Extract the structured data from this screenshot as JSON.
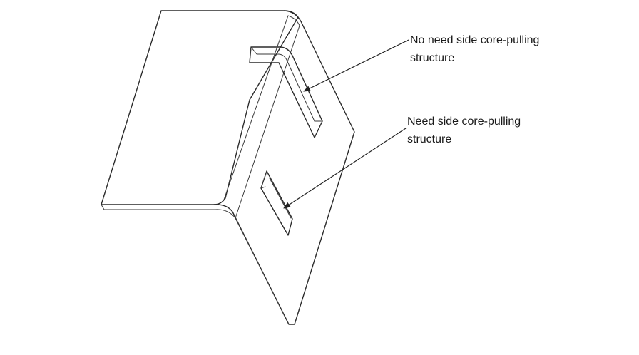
{
  "callouts": [
    {
      "line1": "No need side core-pulling",
      "line2": "structure"
    },
    {
      "line1": "Need side core-pulling",
      "line2": "structure"
    }
  ]
}
